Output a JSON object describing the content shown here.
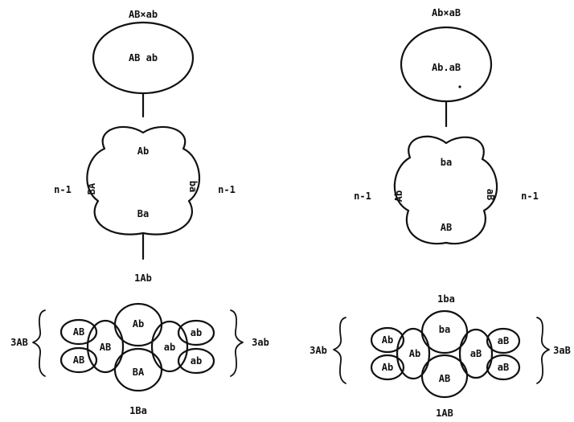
{
  "left": {
    "cross": "AB×ab",
    "zygote": "AB ab",
    "tetrad": {
      "top": "Ab",
      "left": "BA",
      "right": "ba",
      "bottom": "Ba"
    },
    "side_left": "n-1",
    "side_right": "n-1",
    "count_top": "1Ab",
    "count_bottom": "1Ba",
    "group_left": "3AB",
    "group_right": "3ab",
    "spores": {
      "top_left": "AB",
      "bottom_left": "AB",
      "inner_left": "AB",
      "top_center": "Ab",
      "bottom_center": "BA",
      "inner_right": "ab",
      "top_right": "ab",
      "bottom_right": "ab"
    }
  },
  "right": {
    "cross": "Ab×aB",
    "zygote": "Ab.aB",
    "tetrad": {
      "top": "ba",
      "left": "Ab",
      "right": "aB",
      "bottom": "AB"
    },
    "side_left": "n-1",
    "side_right": "n-1",
    "count_top": "1ba",
    "count_bottom": "1AB",
    "group_left": "3Ab",
    "group_right": "3aB",
    "spores": {
      "top_left": "Ab",
      "bottom_left": "Ab",
      "inner_left": "Ab",
      "top_center": "ba",
      "bottom_center": "AB",
      "inner_right": "aB",
      "top_right": "aB",
      "bottom_right": "aB"
    }
  }
}
